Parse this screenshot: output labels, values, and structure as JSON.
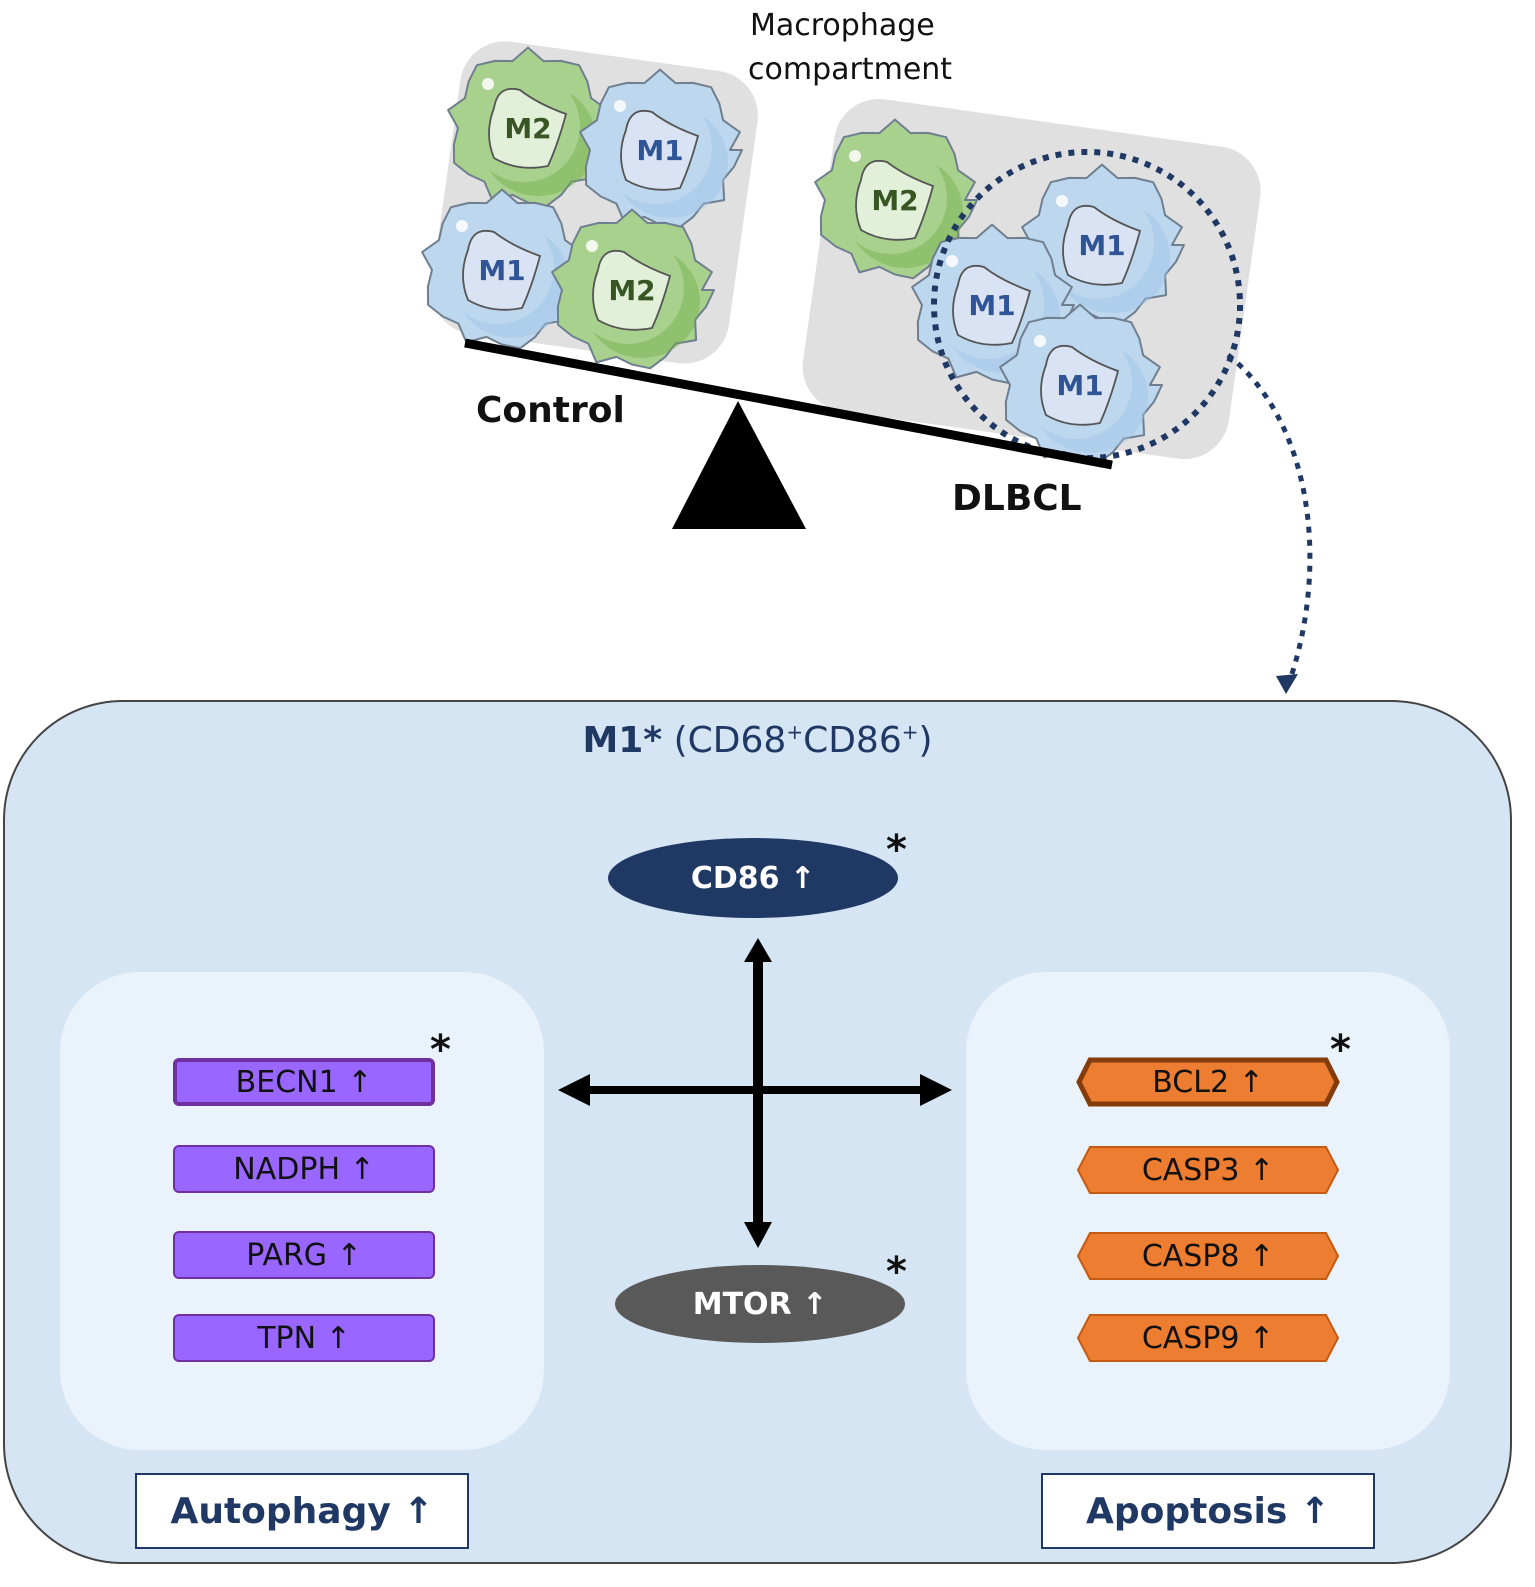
{
  "top": {
    "compartment_title_line1": "Macrophage",
    "compartment_title_line2": "compartment",
    "control_label": "Control",
    "dlbcl_label": "DLBCL",
    "control_cells": [
      "M2",
      "M1",
      "M1",
      "M2"
    ],
    "dlbcl_cells": [
      "M2",
      "M1",
      "M1",
      "M1"
    ]
  },
  "panel": {
    "title_bold": "M1*",
    "title_paren_open": " (",
    "title_marker1": "CD68",
    "title_sup1": "+",
    "title_marker2": "CD86",
    "title_sup2": "+",
    "title_paren_close": ")",
    "cd86_label": "CD86 ↑",
    "mtor_label": "MTOR ↑",
    "significance_marker": "*",
    "autophagy": {
      "label": "Autophagy ↑",
      "genes": [
        {
          "name": "BECN1 ↑",
          "significant": true
        },
        {
          "name": "NADPH ↑",
          "significant": false
        },
        {
          "name": "PARG ↑",
          "significant": false
        },
        {
          "name": "TPN ↑",
          "significant": false
        }
      ]
    },
    "apoptosis": {
      "label": "Apoptosis ↑",
      "genes": [
        {
          "name": "BCL2 ↑",
          "significant": true
        },
        {
          "name": "CASP3 ↑",
          "significant": false
        },
        {
          "name": "CASP8 ↑",
          "significant": false
        },
        {
          "name": "CASP9 ↑",
          "significant": false
        }
      ]
    }
  },
  "colors": {
    "m1_cell": "#bdd7ee",
    "m2_cell": "#a9d18e",
    "m1_text": "#2f5597",
    "m2_text": "#375623",
    "panel_bg": "#d6e5f4",
    "navy": "#1f3864",
    "cd86_fill": "#203864",
    "mtor_fill": "#595959",
    "purple_fill": "#9966ff",
    "purple_border": "#7030a0",
    "orange_fill": "#ed7d31",
    "orange_border": "#843c0c"
  }
}
